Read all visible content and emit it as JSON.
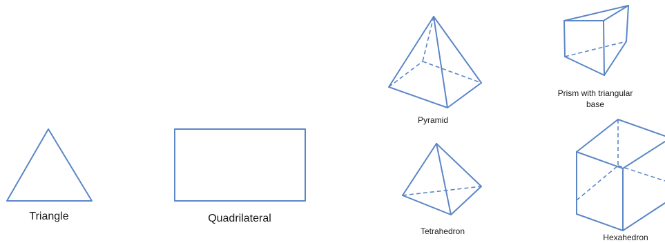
{
  "shapes": {
    "triangle": {
      "label": "Triangle"
    },
    "quadrilateral": {
      "label": "Quadrilateral"
    },
    "pyramid": {
      "label": "Pyramid"
    },
    "tetrahedron": {
      "label": "Tetrahedron"
    },
    "prism": {
      "label_line1": "Prism with triangular",
      "label_line2": "base"
    },
    "hexahedron": {
      "label": "Hexahedron"
    }
  },
  "colors": {
    "stroke": "#5b86c6",
    "text": "#1a1a1a"
  }
}
